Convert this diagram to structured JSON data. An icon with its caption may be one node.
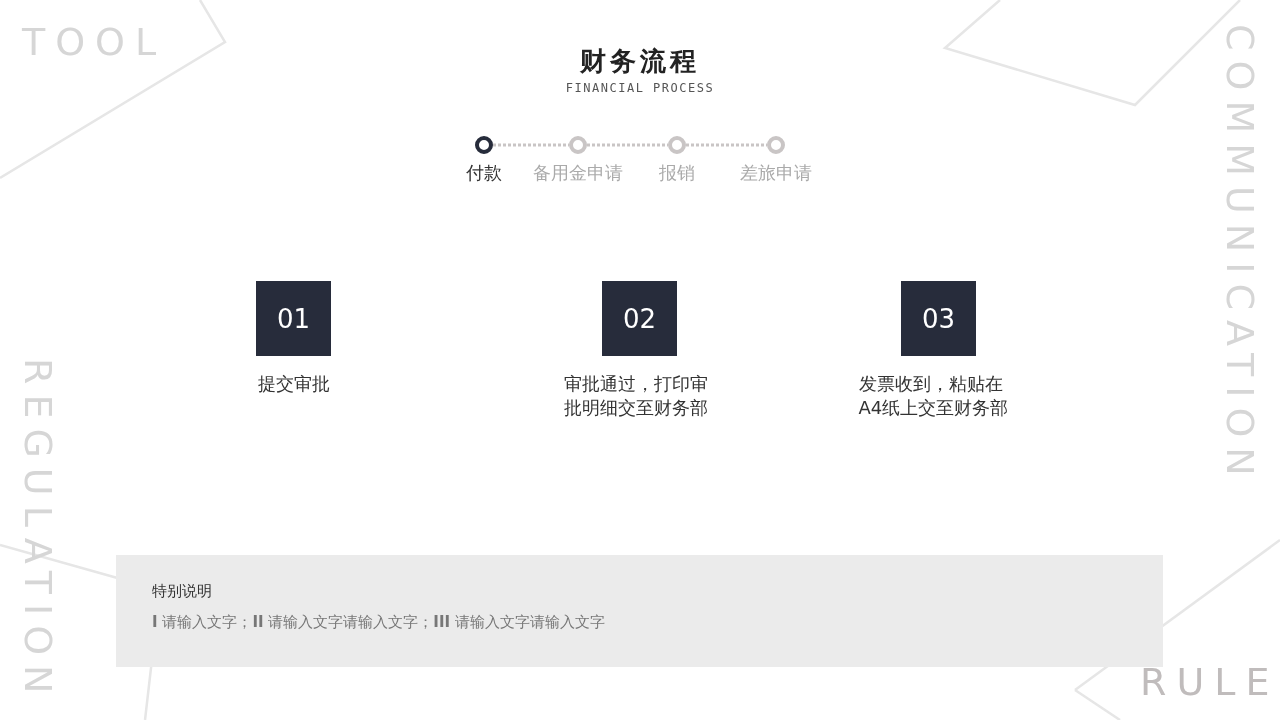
{
  "diagram": {
    "title": "财务流程",
    "nodes": [
      {
        "text": [
          "付款"
        ]
      },
      {
        "text": [
          "备用金申请"
        ]
      },
      {
        "text": [
          "报销"
        ]
      },
      {
        "text": [
          "差旅申请"
        ]
      },
      {
        "text": [
          "01"
        ],
        "beside": [
          "提交审批"
        ]
      },
      {
        "text": [
          "02"
        ],
        "beside": [
          "审批通过，打印审批明细交至财务部"
        ]
      },
      {
        "text": [
          "03"
        ],
        "beside": [
          "发票收到，粘贴在A4纸上交至财务部"
        ]
      },
      {
        "text": [
          "特别说明",
          "**I** 请输入文字；**II** 请输入文字请输入文字；**III** 请输入文字请输入文字"
        ]
      }
    ],
    "edges": [
      {
        "from": 0,
        "to": 1,
        "arrow": "none",
        "style": "dashed"
      },
      {
        "from": 1,
        "to": 2,
        "arrow": "none",
        "style": "dashed"
      },
      {
        "from": 2,
        "to": 3,
        "arrow": "none",
        "style": "dashed"
      }
    ],
    "labels": [
      "FINANCIAL PROCESS",
      "TOOL",
      "COMMUNICATION",
      "REGULATION",
      "RULE"
    ]
  }
}
